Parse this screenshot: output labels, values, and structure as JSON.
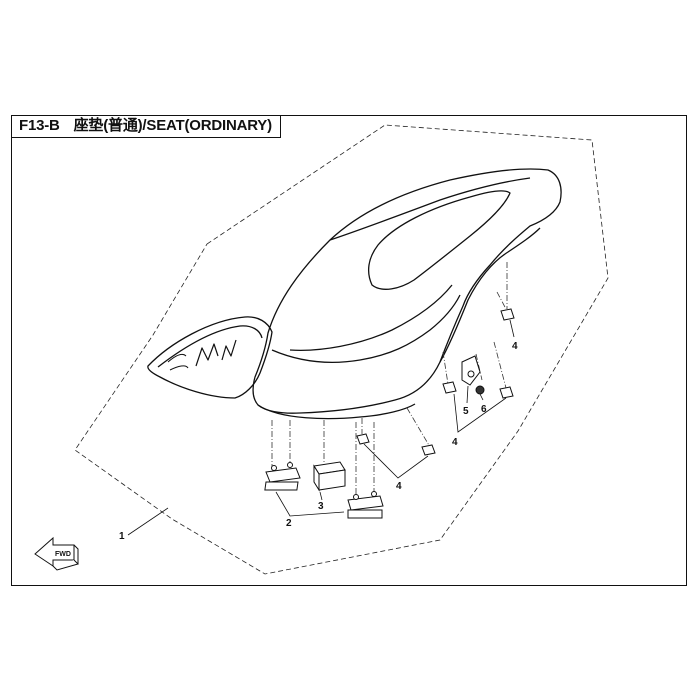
{
  "title": {
    "code": "F13-B",
    "name": "座垫(普通)/SEAT(ORDINARY)"
  },
  "callouts": {
    "c1": "1",
    "c2": "2",
    "c3": "3",
    "c4a": "4",
    "c4b": "4",
    "c4c": "4",
    "c5": "5",
    "c6": "6"
  },
  "fwd_label": "FWD"
}
